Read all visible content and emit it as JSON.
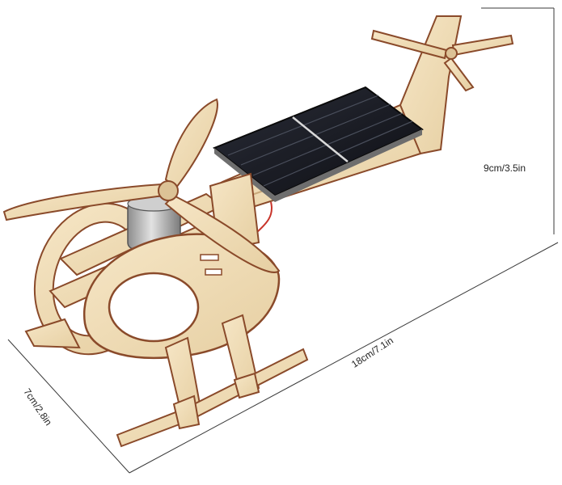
{
  "image": {
    "subject": "wooden-solar-helicopter-kit",
    "background_color": "#ffffff",
    "wood_color": "#f0dcb6",
    "wood_edge_color": "#8a4a2a",
    "panel_color": "#161820",
    "motor_color": "#b9b9b9"
  },
  "dimensions": {
    "height": "9cm/3.5in",
    "length": "18cm/7.1in",
    "width": "7cm/2.8in"
  }
}
